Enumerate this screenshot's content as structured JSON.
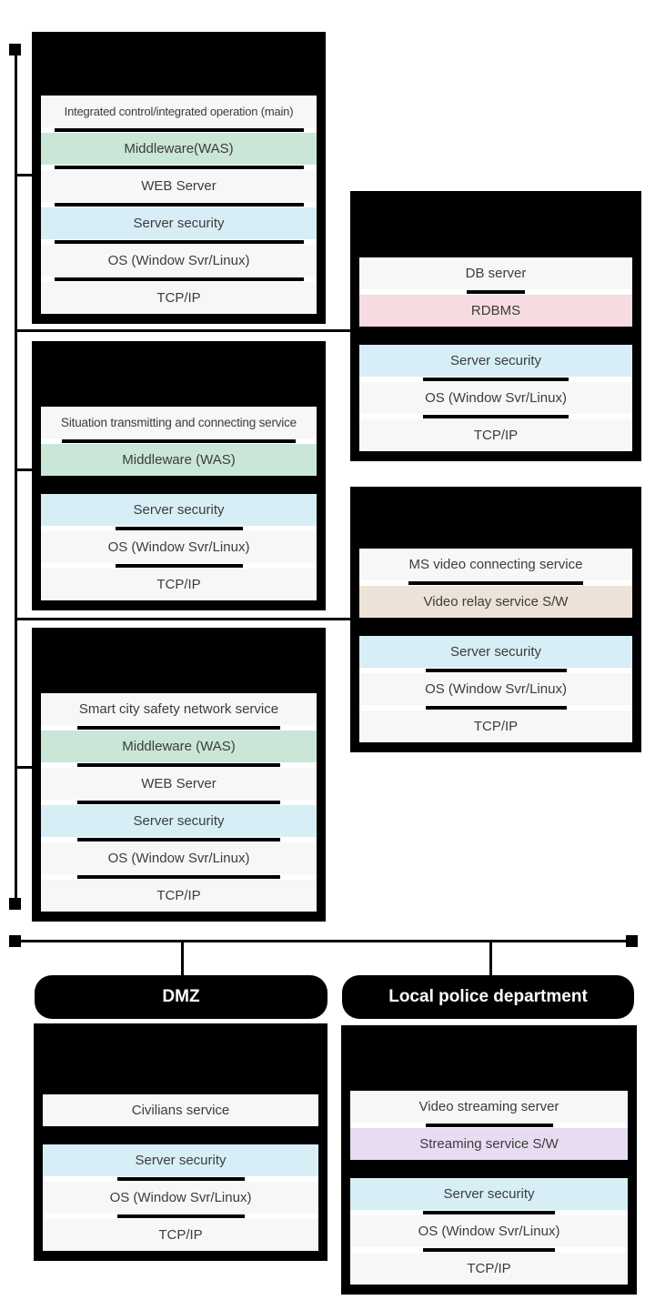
{
  "palette": {
    "box_bg": "#000000",
    "row_default": "#f7f7f7",
    "middleware_green": "#c9e6d7",
    "security_blue": "#d7eef6",
    "rdbms_pink": "#f6dbe0",
    "video_relay_tan": "#ece2d8",
    "streaming_lavender": "#e7dcf1",
    "row_text": "#3c3c3c",
    "zone_text": "#ffffff"
  },
  "stacks": {
    "integrated": {
      "rows": [
        {
          "label": "Integrated control/integrated operation (main)",
          "tone": "default"
        },
        {
          "label": "Middleware(WAS)",
          "tone": "green"
        },
        {
          "label": "WEB Server",
          "tone": "default"
        },
        {
          "label": "Server security",
          "tone": "blue"
        },
        {
          "label": "OS (Window Svr/Linux)",
          "tone": "default"
        },
        {
          "label": "TCP/IP",
          "tone": "default"
        }
      ]
    },
    "db": {
      "rows": [
        {
          "label": "DB server",
          "tone": "default"
        },
        {
          "label": "RDBMS",
          "tone": "pink"
        },
        {
          "label": "Server security",
          "tone": "blue"
        },
        {
          "label": "OS (Window Svr/Linux)",
          "tone": "default"
        },
        {
          "label": "TCP/IP",
          "tone": "default"
        }
      ]
    },
    "situation": {
      "rows": [
        {
          "label": "Situation transmitting and connecting service",
          "tone": "default"
        },
        {
          "label": "Middleware (WAS)",
          "tone": "green"
        },
        {
          "label": "Server security",
          "tone": "blue"
        },
        {
          "label": "OS (Window Svr/Linux)",
          "tone": "default"
        },
        {
          "label": "TCP/IP",
          "tone": "default"
        }
      ]
    },
    "ms_video": {
      "rows": [
        {
          "label": "MS video connecting service",
          "tone": "default"
        },
        {
          "label": "Video relay service S/W",
          "tone": "tan"
        },
        {
          "label": "Server security",
          "tone": "blue"
        },
        {
          "label": "OS (Window Svr/Linux)",
          "tone": "default"
        },
        {
          "label": "TCP/IP",
          "tone": "default"
        }
      ]
    },
    "smart_city": {
      "rows": [
        {
          "label": "Smart city safety network service",
          "tone": "default"
        },
        {
          "label": "Middleware (WAS)",
          "tone": "green"
        },
        {
          "label": "WEB Server",
          "tone": "default"
        },
        {
          "label": "Server security",
          "tone": "blue"
        },
        {
          "label": "OS (Window Svr/Linux)",
          "tone": "default"
        },
        {
          "label": "TCP/IP",
          "tone": "default"
        }
      ]
    },
    "dmz": {
      "rows": [
        {
          "label": "Civilians service",
          "tone": "default"
        },
        {
          "label": "Server security",
          "tone": "blue"
        },
        {
          "label": "OS (Window Svr/Linux)",
          "tone": "default"
        },
        {
          "label": "TCP/IP",
          "tone": "default"
        }
      ]
    },
    "police": {
      "rows": [
        {
          "label": "Video streaming server",
          "tone": "default"
        },
        {
          "label": "Streaming service S/W",
          "tone": "lavender"
        },
        {
          "label": "Server security",
          "tone": "blue"
        },
        {
          "label": "OS (Window Svr/Linux)",
          "tone": "default"
        },
        {
          "label": "TCP/IP",
          "tone": "default"
        }
      ]
    }
  },
  "zones": {
    "dmz": {
      "label": "DMZ"
    },
    "police": {
      "label": "Local police department"
    }
  }
}
